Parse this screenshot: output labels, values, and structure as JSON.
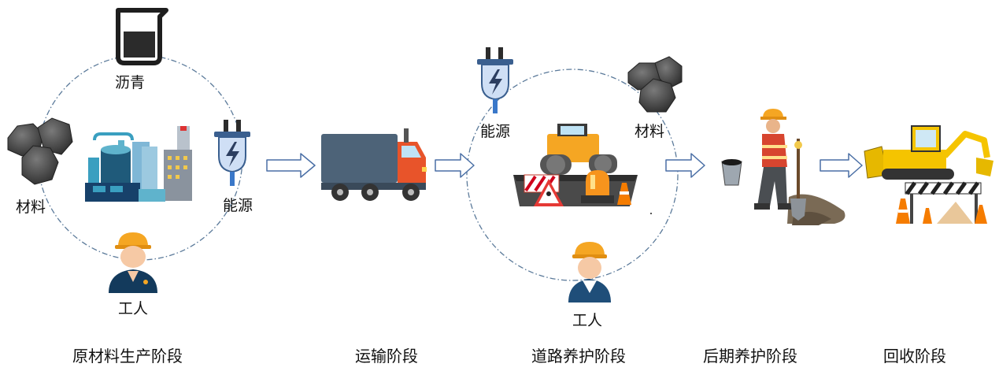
{
  "diagram": {
    "stage1": {
      "title": "原材料生产阶段",
      "asphalt_label": "沥青",
      "materials_label": "材料",
      "energy_label": "能源",
      "worker_label": "工人"
    },
    "stage2": {
      "title": "运输阶段"
    },
    "stage3": {
      "title": "道路养护阶段",
      "energy_label": "能源",
      "materials_label": "材料",
      "worker_label": "工人"
    },
    "stage4": {
      "title": "后期养护阶段"
    },
    "stage5": {
      "title": "回收阶段"
    },
    "icons": [
      "beaker-icon",
      "rock-pile-icon",
      "factory-icon",
      "power-plug-icon",
      "worker-icon",
      "truck-icon",
      "road-roller-icon",
      "worker-with-shovel-icon",
      "bulldozer-icon",
      "arrow-icon"
    ],
    "colors": {
      "circle": "#5b7a9a",
      "arrow": "#4a6fa5",
      "plug": "#3a78c9",
      "hard_hat": "#f5a623",
      "truck_cab": "#e8542a",
      "truck_box": "#4d6378"
    }
  }
}
